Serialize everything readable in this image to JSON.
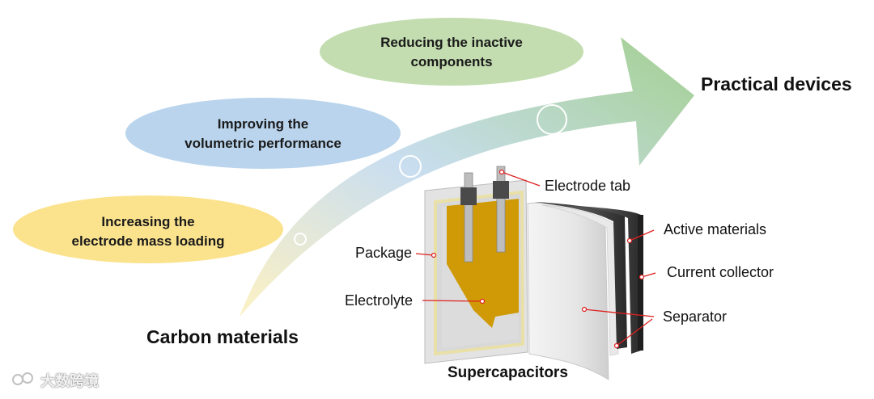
{
  "steps": [
    {
      "line1": "Increasing  the",
      "line2": "electrode mass loading",
      "color": "#fbe38e"
    },
    {
      "line1": "Improving the",
      "line2": "volumetric performance",
      "color": "#b9d4ec"
    },
    {
      "line1": "Reducing the inactive",
      "line2": "components",
      "color": "#c3ddb0"
    }
  ],
  "start_label": "Carbon materials",
  "end_label": "Practical devices",
  "device_title": "Supercapacitors",
  "parts": {
    "electrode_tab": "Electrode tab",
    "package": "Package",
    "electrolyte": "Electrolyte",
    "active_materials": "Active materials",
    "current_collector": "Current collector",
    "separator": "Separator"
  },
  "watermark": "大数跨境",
  "colors": {
    "arrow_start": "#fbe9a0",
    "arrow_mid": "#b9d6ea",
    "arrow_end": "#a3cf8e",
    "electrolyte": "#cf9a06",
    "callout": "#e02020"
  }
}
